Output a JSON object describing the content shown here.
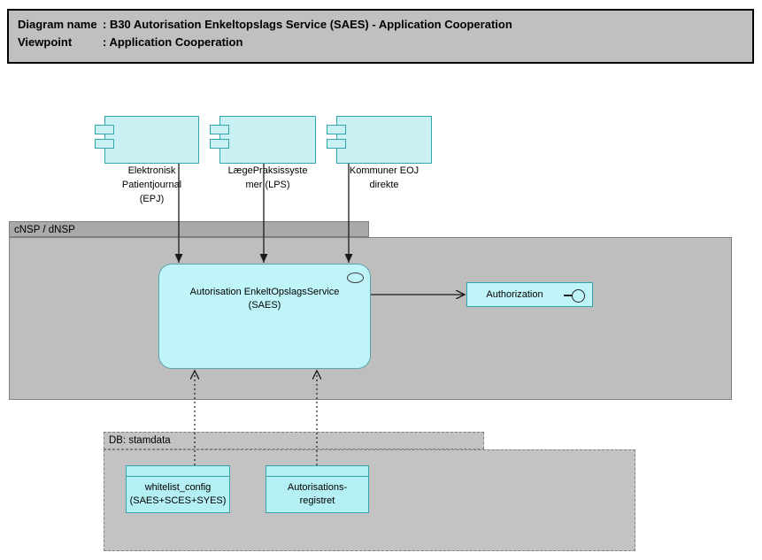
{
  "title": {
    "rows": [
      {
        "label": "Diagram name",
        "value": ": B30 Autorisation Enkeltopslags Service (SAES) - Application Cooperation"
      },
      {
        "label": "Viewpoint",
        "value": ": Application Cooperation"
      }
    ]
  },
  "components": [
    {
      "label": "Elektronisk\nPatientjournal\n(EPJ)"
    },
    {
      "label": "LægePraksissyste\nmer (LPS)"
    },
    {
      "label": "Kommuner EOJ\ndirekte"
    }
  ],
  "groups": {
    "cnsp": {
      "label": "cNSP / dNSP"
    },
    "db": {
      "label": "DB: stamdata"
    }
  },
  "service": {
    "label": "Autorisation EnkeltOpslagsService\n(SAES)"
  },
  "interface": {
    "label": "Authorization"
  },
  "data_objects": [
    {
      "label": "whitelist_config\n(SAES+SCES+SYES)"
    },
    {
      "label": "Autorisations-\nregistret"
    }
  ],
  "colors": {
    "title_fill": "#C0C0C0",
    "component_fill": "#C9F0F2",
    "component_border": "#35A3AC",
    "service_fill": "#BFF5F8",
    "data_fill": "#B4F0F3",
    "group_tab_fill": "#A9A9A9",
    "group_body_fill": "#BEBEBE",
    "db_fill": "#C3C3C3",
    "connector": "#1A1A1A"
  }
}
